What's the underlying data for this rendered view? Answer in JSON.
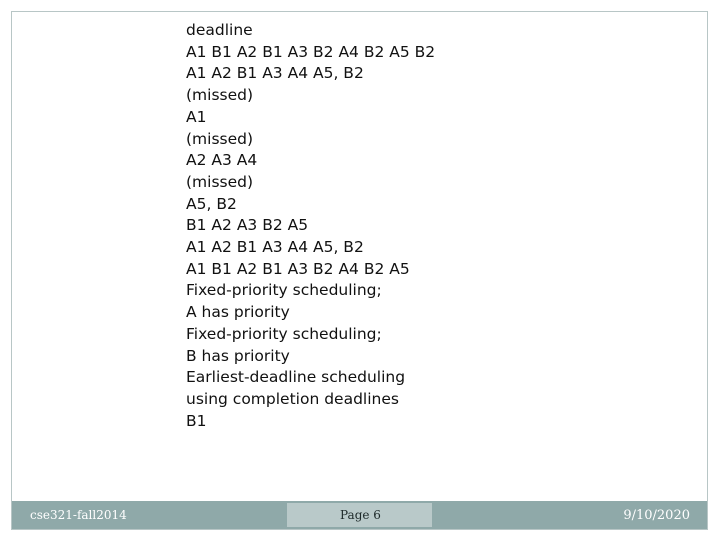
{
  "content": {
    "lines": [
      "deadline",
      "A1 B1 A2 B1 A3 B2 A4 B2 A5 B2",
      "A1 A2 B1 A3 A4 A5, B2",
      "(missed)",
      "A1",
      "(missed)",
      "A2 A3 A4",
      "(missed)",
      "A5, B2",
      "B1 A2 A3 B2 A5",
      "A1 A2 B1 A3 A4 A5, B2",
      "A1 B1 A2 B1 A3 B2 A4 B2 A5",
      "Fixed-priority scheduling;",
      "A has priority",
      "Fixed-priority scheduling;",
      "B has priority",
      "Earliest-deadline scheduling",
      "using completion deadlines",
      "B1"
    ]
  },
  "footer": {
    "course": "cse321-fall2014",
    "page": "Page 6",
    "date": "9/10/2020"
  },
  "colors": {
    "footer_bar": "#8fa9a9",
    "footer_center_box": "#b9c9c9",
    "frame_border": "#b8c6c6"
  }
}
